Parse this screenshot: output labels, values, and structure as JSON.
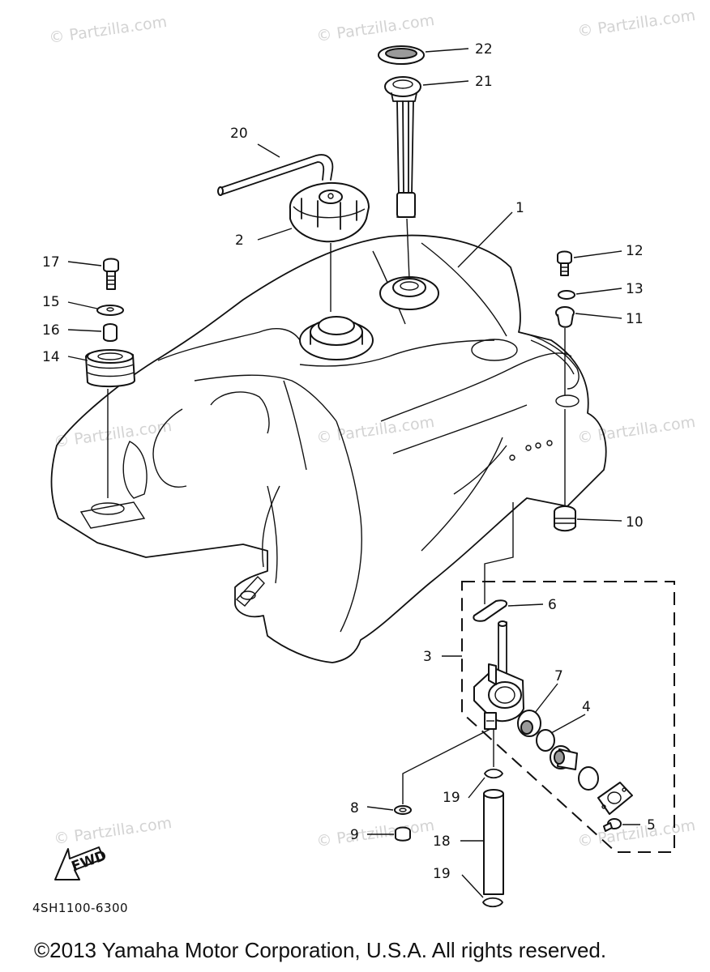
{
  "watermark": "© Partzilla.com",
  "diagram_code": "4SH1100-6300",
  "fwd_label": "FWD",
  "copyright": "©2013  Yamaha Motor Corporation, U.S.A. All rights reserved.",
  "callouts": {
    "c1": "1",
    "c2": "2",
    "c3": "3",
    "c4": "4",
    "c5": "5",
    "c6": "6",
    "c7": "7",
    "c8": "8",
    "c9": "9",
    "c10": "10",
    "c11": "11",
    "c12": "12",
    "c13": "13",
    "c14": "14",
    "c15": "15",
    "c16": "16",
    "c17": "17",
    "c18": "18",
    "c19a": "19",
    "c19b": "19",
    "c20": "20",
    "c21": "21",
    "c22": "22"
  }
}
